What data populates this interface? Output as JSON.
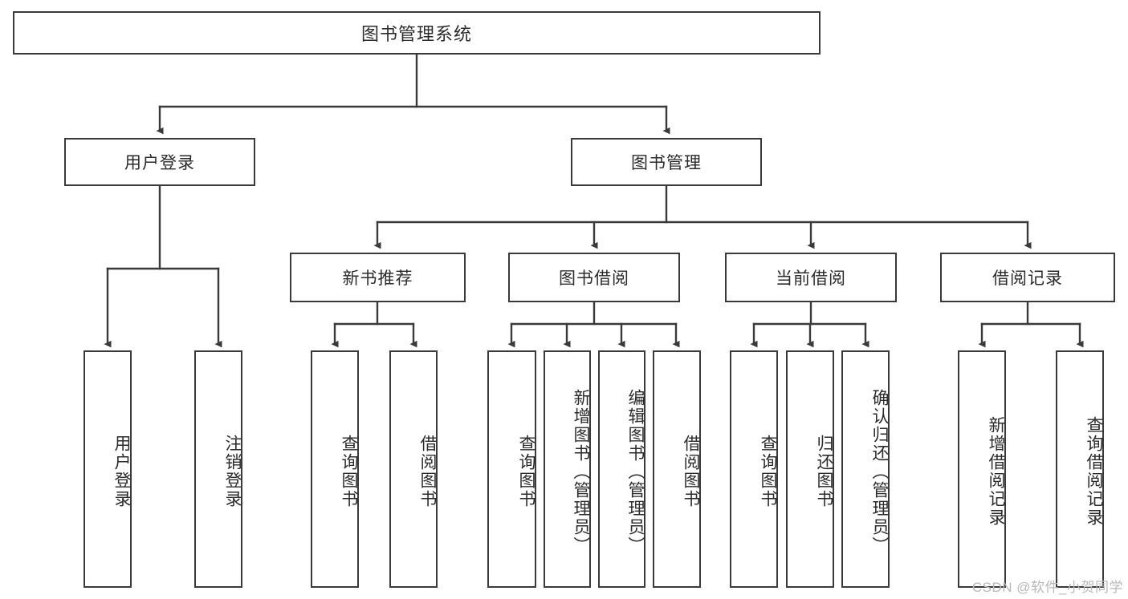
{
  "diagram": {
    "title": "图书管理系统",
    "type": "tree",
    "watermark": "CSDN @软件_小贺同学",
    "colors": {
      "stroke": "#3a3a3a",
      "fill": "#ffffff",
      "text": "#2b2b2b",
      "watermark": "#b9b9b9"
    },
    "nodes": {
      "root": {
        "label": "图书管理系统"
      },
      "level2": [
        {
          "id": "user-login",
          "label": "用户登录"
        },
        {
          "id": "book-manage",
          "label": "图书管理"
        }
      ],
      "level3": [
        {
          "id": "new-book-recommend",
          "label": "新书推荐"
        },
        {
          "id": "book-borrow",
          "label": "图书借阅"
        },
        {
          "id": "current-borrow",
          "label": "当前借阅"
        },
        {
          "id": "borrow-record",
          "label": "借阅记录"
        }
      ],
      "leaves": {
        "user-login": [
          {
            "id": "leaf-user-login",
            "label": "用户登录"
          },
          {
            "id": "leaf-logout-login",
            "label": "注销登录"
          }
        ],
        "new-book-recommend": [
          {
            "id": "leaf-query-book-1",
            "label": "查询图书"
          },
          {
            "id": "leaf-borrow-book-1",
            "label": "借阅图书"
          }
        ],
        "book-borrow": [
          {
            "id": "leaf-query-book-2",
            "label": "查询图书"
          },
          {
            "id": "leaf-add-book",
            "label": "新增图书（管理员）"
          },
          {
            "id": "leaf-edit-book",
            "label": "编辑图书（管理员）"
          },
          {
            "id": "leaf-borrow-book-2",
            "label": "借阅图书"
          }
        ],
        "current-borrow": [
          {
            "id": "leaf-query-book-3",
            "label": "查询图书"
          },
          {
            "id": "leaf-return-book",
            "label": "归还图书"
          },
          {
            "id": "leaf-confirm-return",
            "label": "确认归还（管理员）"
          }
        ],
        "borrow-record": [
          {
            "id": "leaf-add-record",
            "label": "新增借阅记录"
          },
          {
            "id": "leaf-query-record",
            "label": "查询借阅记录"
          }
        ]
      }
    }
  }
}
